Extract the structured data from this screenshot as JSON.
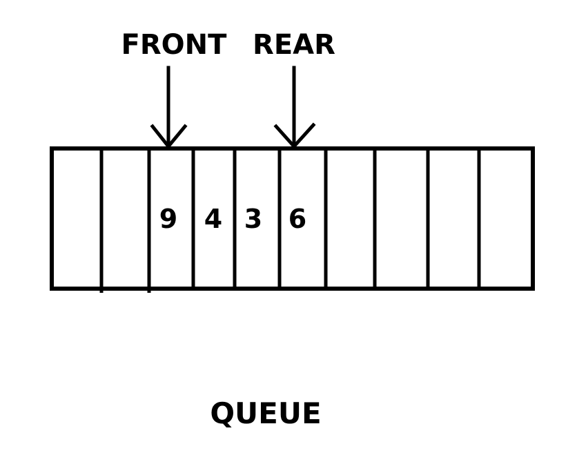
{
  "front_label": "FRONT",
  "rear_label": "REAR",
  "caption": "QUEUE",
  "cells": [
    "",
    "",
    "9",
    "4",
    "3",
    "6",
    "",
    "",
    "",
    ""
  ],
  "front_index": 2,
  "rear_index": 5,
  "colors": {
    "stroke": "#000000",
    "background": "#ffffff"
  }
}
